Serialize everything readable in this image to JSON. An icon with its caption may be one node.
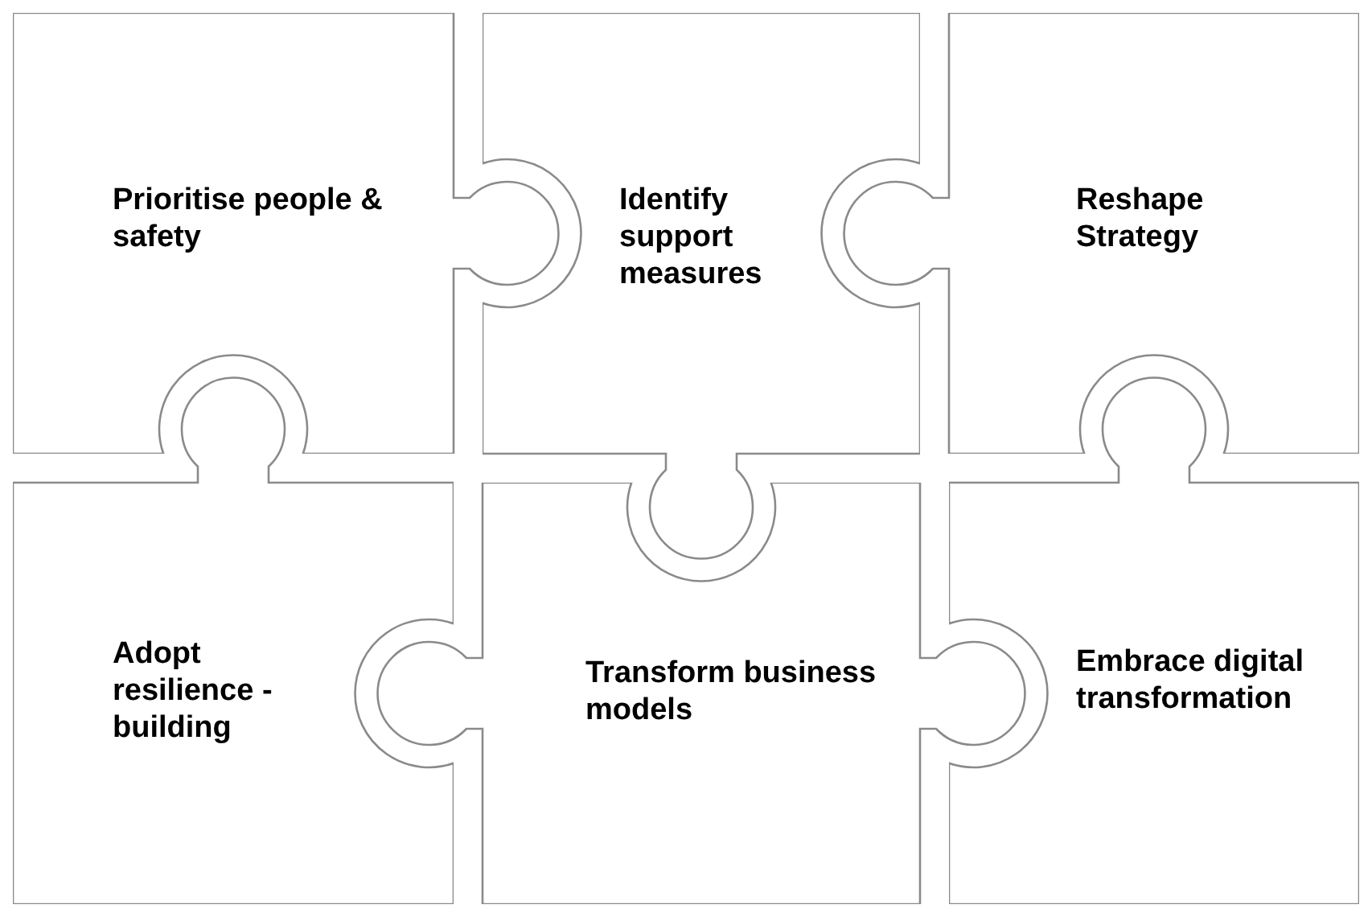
{
  "diagram": {
    "nodes": [
      {
        "text": [
          "Prioritise people & safety"
        ]
      },
      {
        "text": [
          "Identify support measures"
        ]
      },
      {
        "text": [
          "Reshape Strategy"
        ]
      },
      {
        "text": [
          "Adopt resilience -building"
        ]
      },
      {
        "text": [
          "Transform business models"
        ]
      },
      {
        "text": [
          "Embrace digital transformation"
        ]
      }
    ]
  }
}
